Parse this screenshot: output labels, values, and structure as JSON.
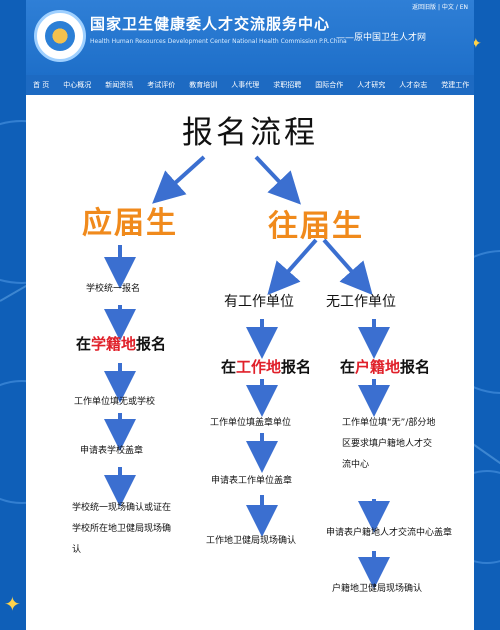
{
  "header": {
    "site_title": "国家卫生健康委人才交流服务中心",
    "site_subtitle": "Health Human Resources Development Center National Health Commission P.R.China",
    "site_old_name": "——原中国卫生人才网",
    "top_links": "返回旧版  |  中文 / EN"
  },
  "nav": {
    "items": [
      "首 页",
      "中心概况",
      "新闻资讯",
      "考试评价",
      "教育培训",
      "人事代理",
      "求职招聘",
      "国际合作",
      "人才研究",
      "人才杂志",
      "党建工作"
    ]
  },
  "flow": {
    "title": "报名流程",
    "left": {
      "label": "应届生",
      "step1": "学校统一报名",
      "reg_prefix": "在",
      "reg_highlight": "学籍地",
      "reg_suffix": "报名",
      "step2": "工作单位填无或学校",
      "step3": "申请表学校盖章",
      "step4": "学校统一现场确认或证在学校所在地卫健局现场确认"
    },
    "right": {
      "label": "往届生",
      "a": {
        "title": "有工作单位",
        "reg_prefix": "在",
        "reg_highlight": "工作地",
        "reg_suffix": "报名",
        "step1": "工作单位填盖章单位",
        "step2": "申请表工作单位盖章",
        "step3": "工作地卫健局现场确认"
      },
      "b": {
        "title": "无工作单位",
        "reg_prefix": "在",
        "reg_highlight": "户籍地",
        "reg_suffix": "报名",
        "step1": "工作单位填“无”/部分地区要求填户籍地人才交流中心",
        "step2": "申请表户籍地人才交流中心盖章",
        "step3": "户籍地卫健局现场确认"
      }
    }
  },
  "colors": {
    "orange": "#f08a1c",
    "red": "#e0202a",
    "arrow_blue": "#3b6fd0",
    "header_blue": "#1e6fc9",
    "page_blue": "#0f5fb8"
  }
}
